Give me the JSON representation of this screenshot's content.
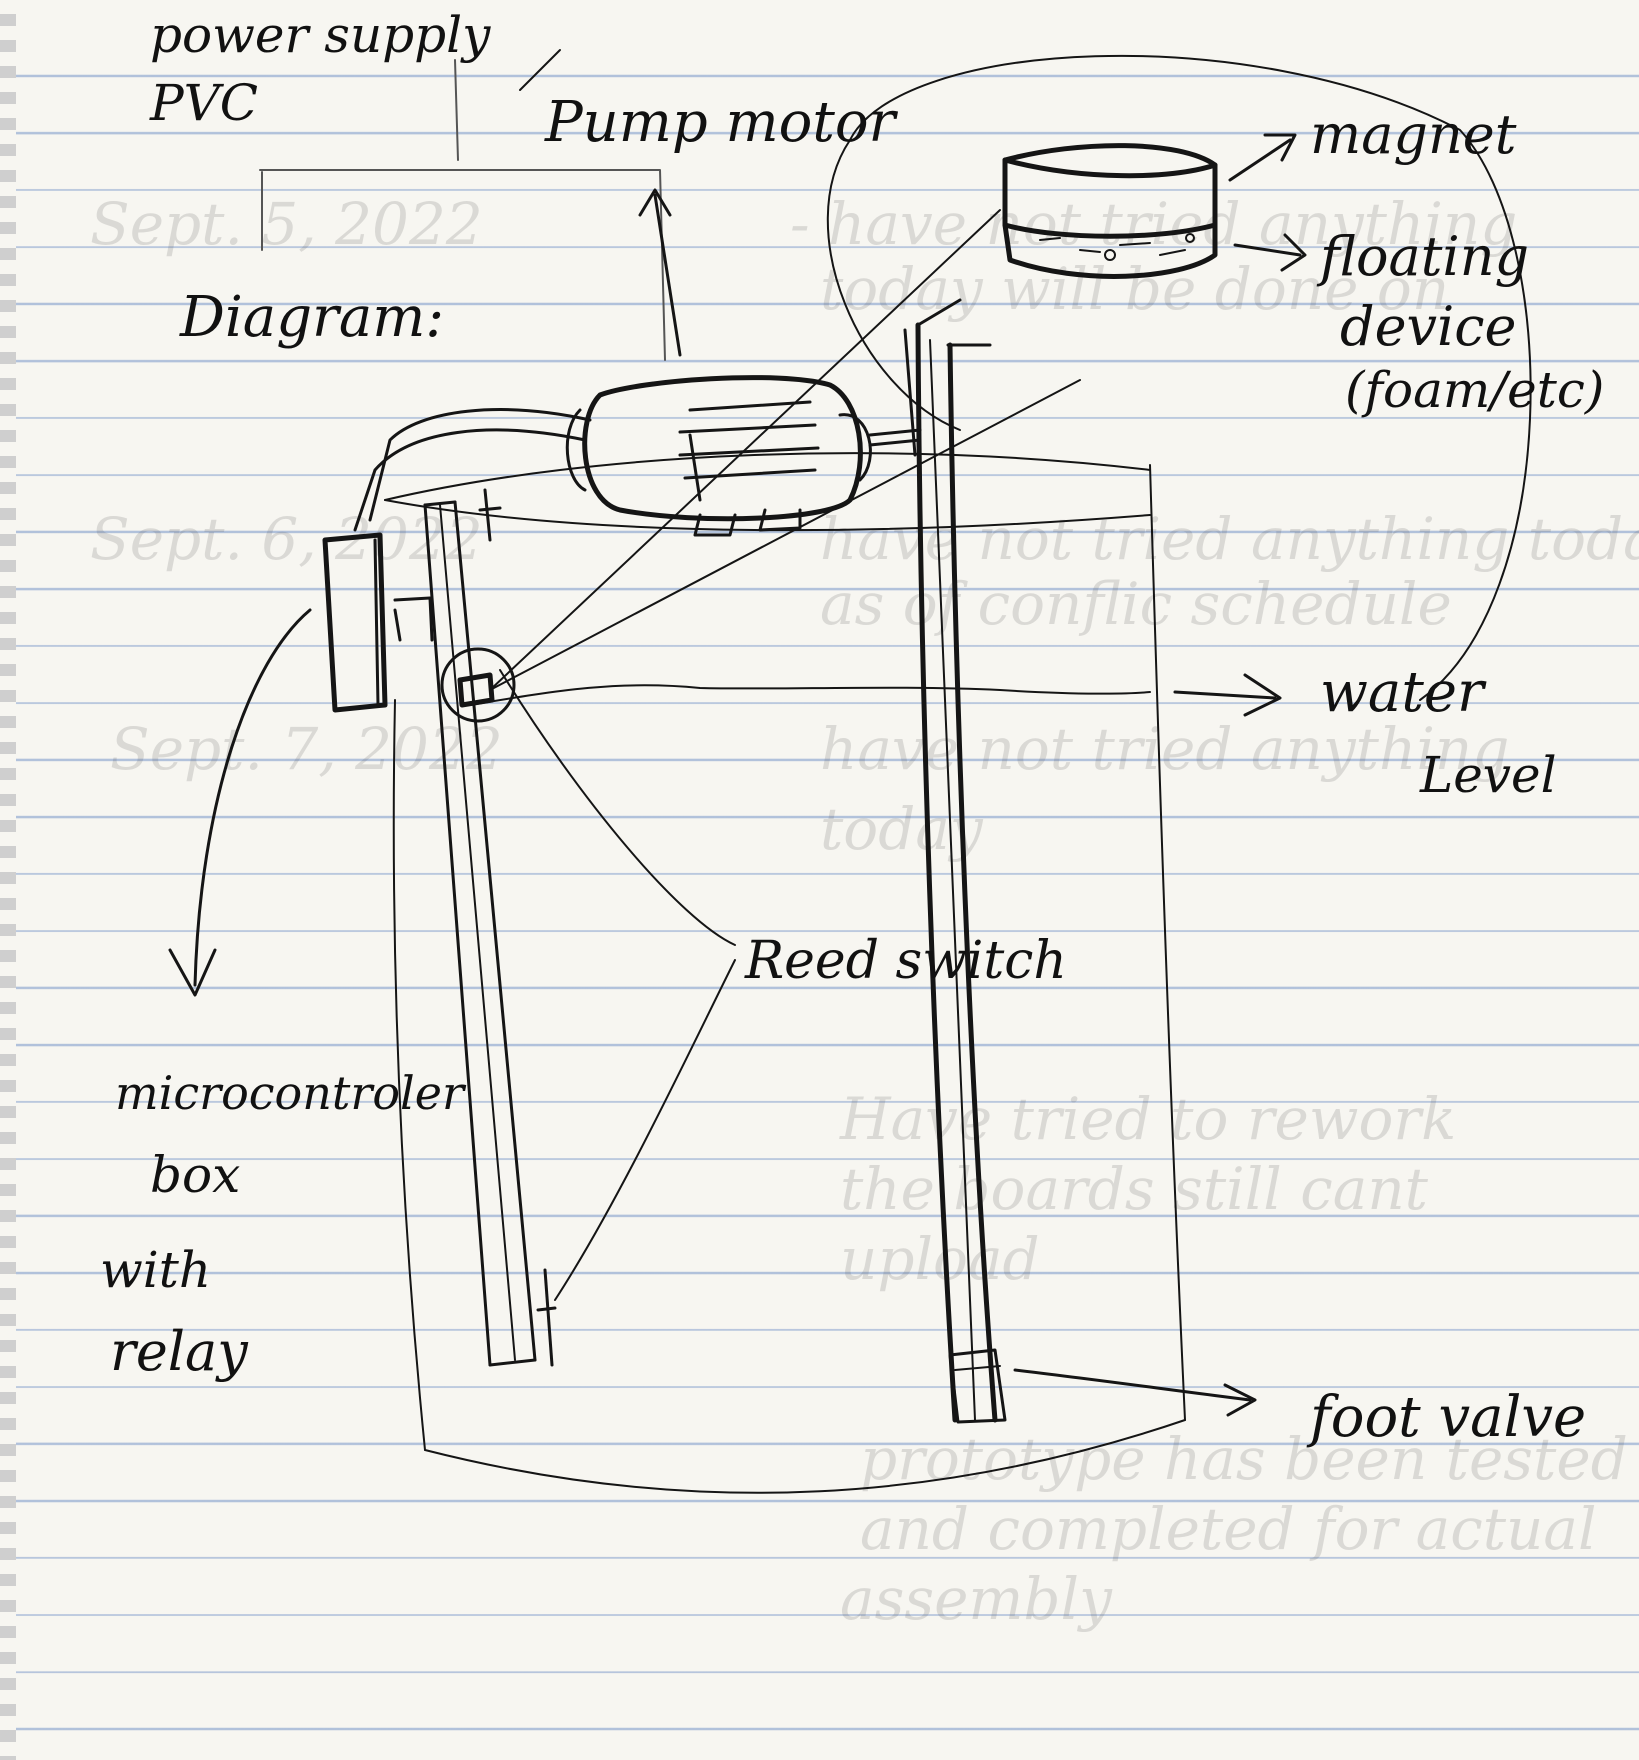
{
  "labels": {
    "power_supply": "power supply",
    "pvc": "PVC",
    "pump_motor": "Pump motor",
    "diagram": "Diagram:",
    "magnet": "magnet",
    "floating_line1": "floating",
    "floating_line2": "device",
    "floating_line3": "(foam/etc)",
    "water_line1": "water",
    "water_line2": "Level",
    "reed_switch": "Reed switch",
    "micro_line1": "microcontroler",
    "micro_line2": "box",
    "micro_line3": "with",
    "micro_line4": "relay",
    "foot_valve": "foot valve"
  },
  "colors": {
    "ink": "#151515",
    "paper": "#f7f6f1",
    "rule": "#7896c8"
  }
}
